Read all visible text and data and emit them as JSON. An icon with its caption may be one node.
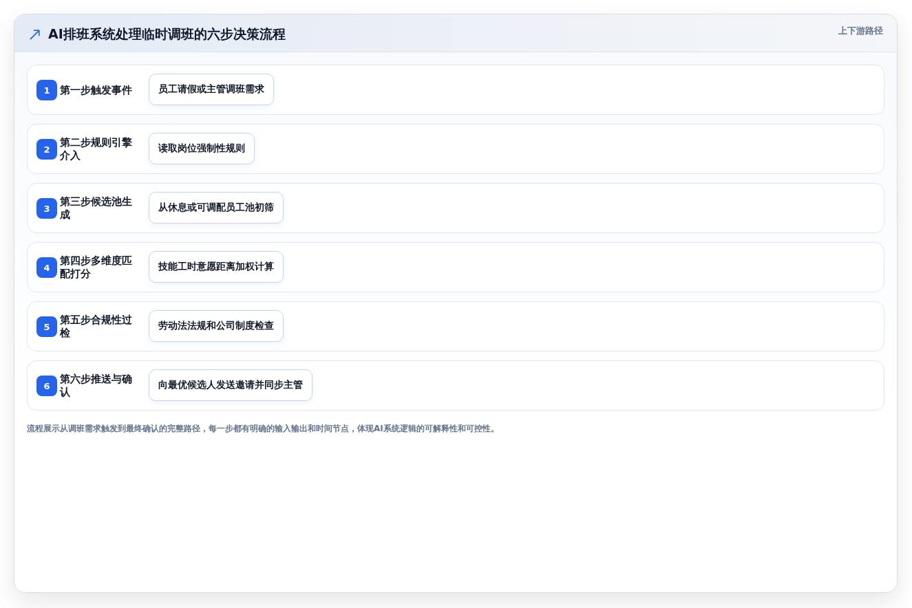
{
  "diagram": {
    "title": "AI排班系统处理临时调班的六步决策流程",
    "caption": "流程展示从调班需求触发到最终确认的完整路径，每一步都有明确的输入输出和时间节点，体现AI系统逻辑的可解释性和可控性。",
    "nodes": [
      {
        "text": [
          "第一步触发事件"
        ]
      },
      {
        "text": [
          "1"
        ],
        "in": 0
      },
      {
        "text": [
          "员工请假或主管调班需求"
        ],
        "in": 0
      },
      {
        "text": [
          "第二步规则引擎介入"
        ]
      },
      {
        "text": [
          "2"
        ],
        "in": 3
      },
      {
        "text": [
          "读取岗位强制性规则"
        ],
        "in": 3
      },
      {
        "text": [
          "第三步候选池生成"
        ]
      },
      {
        "text": [
          "3"
        ],
        "in": 6
      },
      {
        "text": [
          "从休息或可调配员工池初筛"
        ],
        "in": 6
      },
      {
        "text": [
          "第四步多维度匹配打分"
        ]
      },
      {
        "text": [
          "4"
        ],
        "in": 9
      },
      {
        "text": [
          "技能工时意愿距离加权计算"
        ],
        "in": 9
      },
      {
        "text": [
          "第五步合规性过检"
        ]
      },
      {
        "text": [
          "5"
        ],
        "in": 12
      },
      {
        "text": [
          "劳动法法规和公司制度检查"
        ],
        "in": 12
      },
      {
        "text": [
          "第六步推送与确认"
        ]
      },
      {
        "text": [
          "6"
        ],
        "in": 15
      },
      {
        "text": [
          "向最优候选人发送邀请并同步主管"
        ],
        "in": 15
      }
    ],
    "labels": [
      "上下游路径"
    ]
  }
}
